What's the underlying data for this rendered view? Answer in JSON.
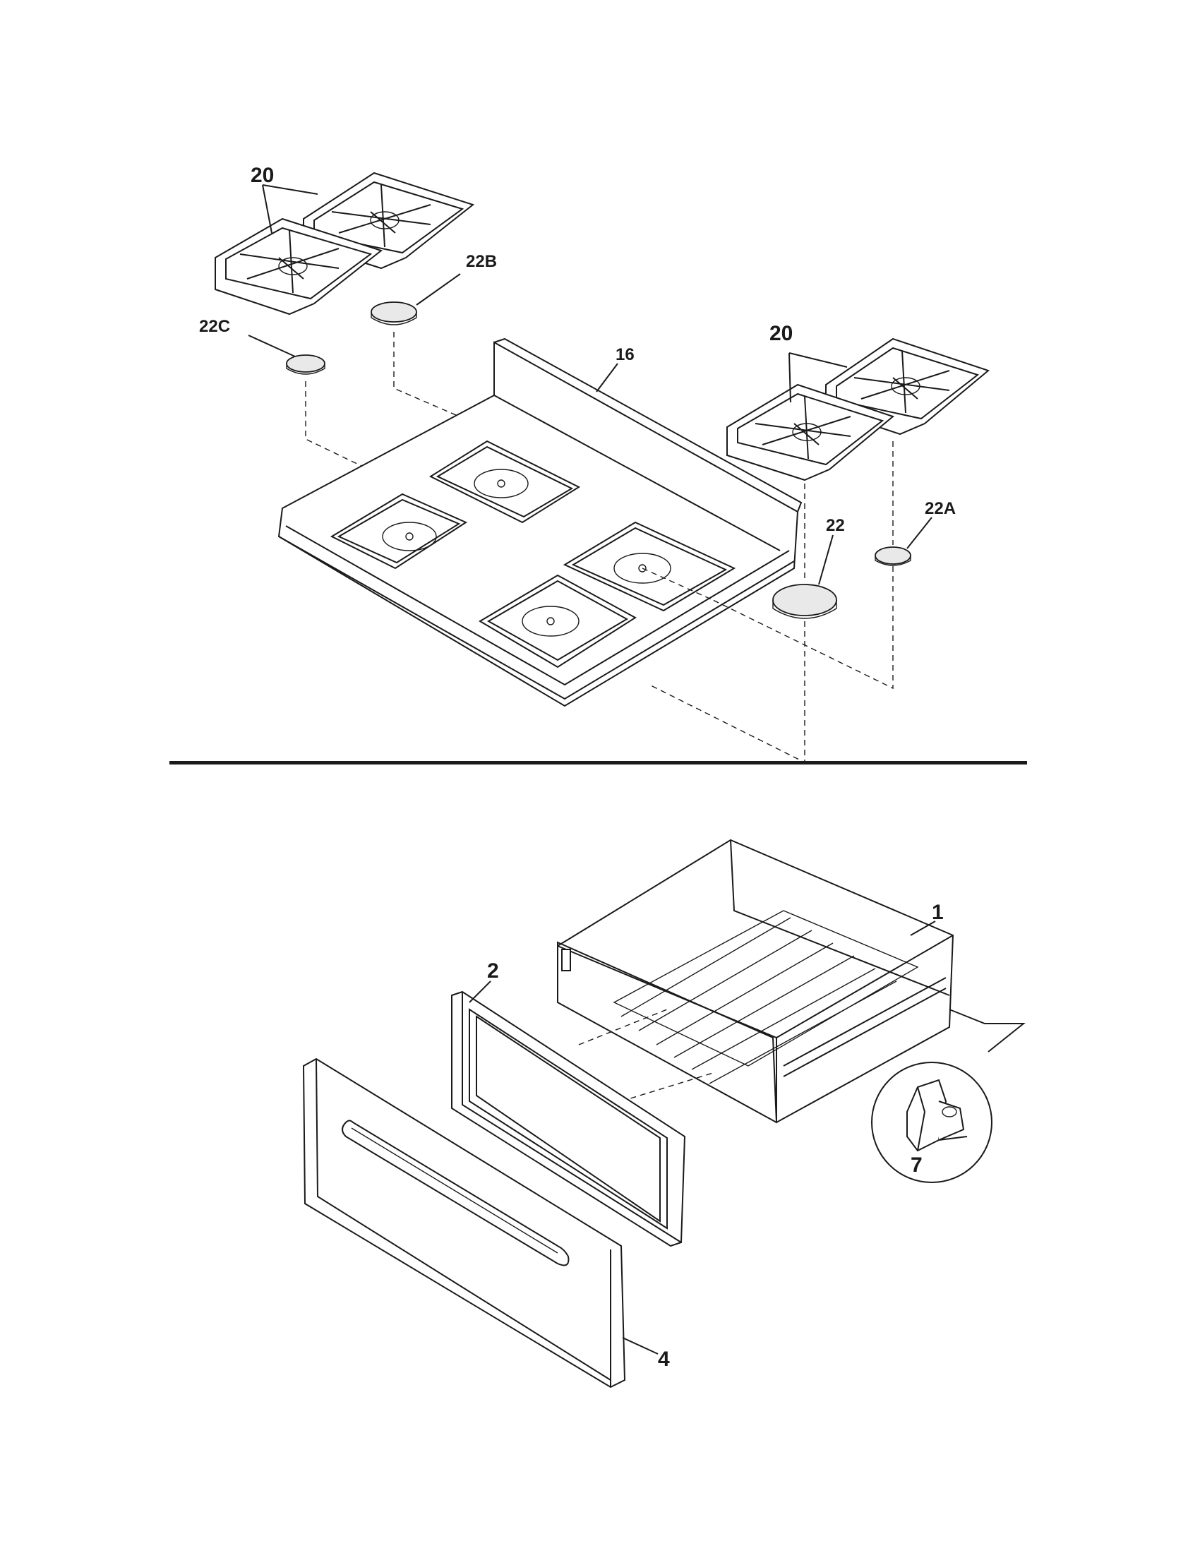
{
  "callouts": {
    "grates_left": "20",
    "cap_22b": "22B",
    "cap_22c": "22C",
    "cooktop": "16",
    "grates_right": "20",
    "cap_22": "22",
    "cap_22a": "22A",
    "drawer_body": "1",
    "drawer_frame": "2",
    "drawer_front": "4",
    "drawer_roller": "7"
  },
  "colors": {
    "ink": "#1a1a1a",
    "paper": "#ffffff"
  }
}
